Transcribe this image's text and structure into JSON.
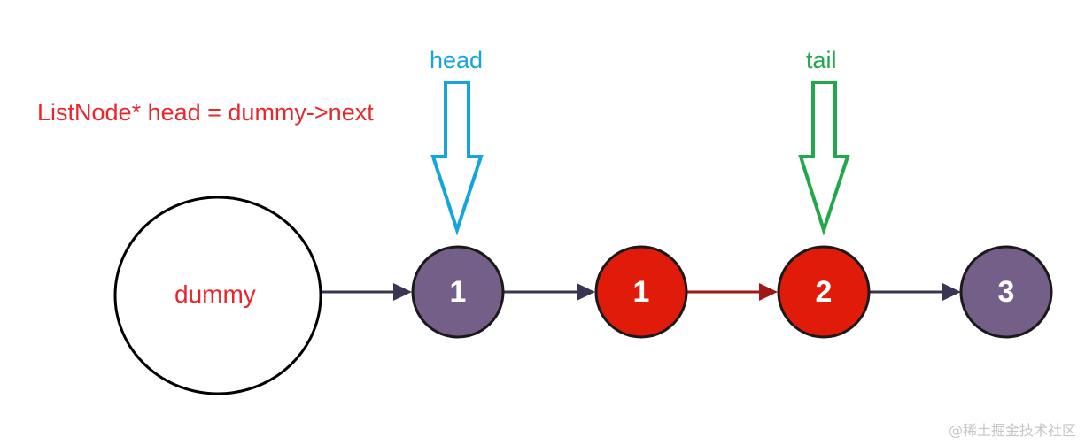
{
  "code_annotation": "ListNode* head = dummy->next",
  "pointers": {
    "head": "head",
    "tail": "tail"
  },
  "dummy": {
    "label": "dummy"
  },
  "nodes": [
    {
      "value": "1",
      "color": "#735f88"
    },
    {
      "value": "1",
      "color": "#e01b0a"
    },
    {
      "value": "2",
      "color": "#e01b0a"
    },
    {
      "value": "3",
      "color": "#735f88"
    }
  ],
  "colors": {
    "annotation": "#e8262c",
    "head_pointer": "#14a5dc",
    "tail_pointer": "#21a84a",
    "default_link": "#3c3453",
    "highlight_link": "#a21616"
  },
  "watermark": "@稀土掘金技术社区"
}
